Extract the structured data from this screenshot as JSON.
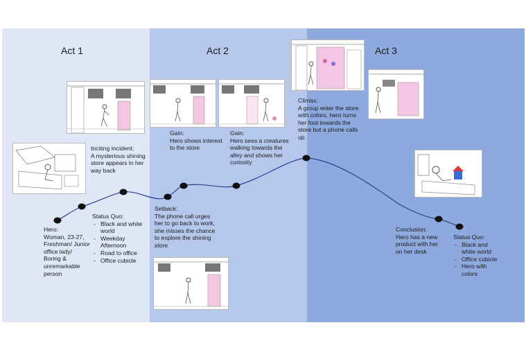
{
  "acts": [
    {
      "title": "Act 1"
    },
    {
      "title": "Act 2"
    },
    {
      "title": "Act 3"
    }
  ],
  "beats": {
    "hero": {
      "label": "Hero:",
      "lines": [
        "Woman, 23-27,",
        "Freshman/ Junior",
        "office lady/",
        "Boring &",
        "unremarkable",
        "person"
      ]
    },
    "status_quo_start": {
      "label": "Status Quo:",
      "items": [
        "Black and white world",
        "Weekday Afternoon",
        "Road to office",
        "Office cubicle"
      ]
    },
    "inciting_incident": {
      "label": "Inciting Incident:",
      "text": "A mysterious shining store appears in her way back"
    },
    "setback": {
      "label": "Setback:",
      "text": "The phone call urges her to go back to work, she misses the chance to explore the shining store"
    },
    "gain_1": {
      "label": "Gain:",
      "text": "Hero shows interest to the store"
    },
    "gain_2": {
      "label": "Gain:",
      "text": "Hero sees a creatures walking towards the alley and shows her curiosity"
    },
    "climax": {
      "label": "Climax:",
      "text": "A group enter the store with colors, hero turns her foot towards the store but a phone calls up"
    },
    "conclusion": {
      "label": "Conclusion:",
      "text": "Hero has a new product with her on her desk"
    },
    "status_quo_end": {
      "label": "Status Quo:",
      "items": [
        "Black and white world",
        "Office cubicle",
        "Hero with colors"
      ]
    }
  },
  "colors": {
    "act1_bg": "#dfe7f6",
    "act2_bg": "#b5c8ec",
    "act3_bg": "#8ea9de",
    "arc_line": "#2a3f8f",
    "dot": "#111111",
    "store_glow": "#f3c6e4"
  }
}
